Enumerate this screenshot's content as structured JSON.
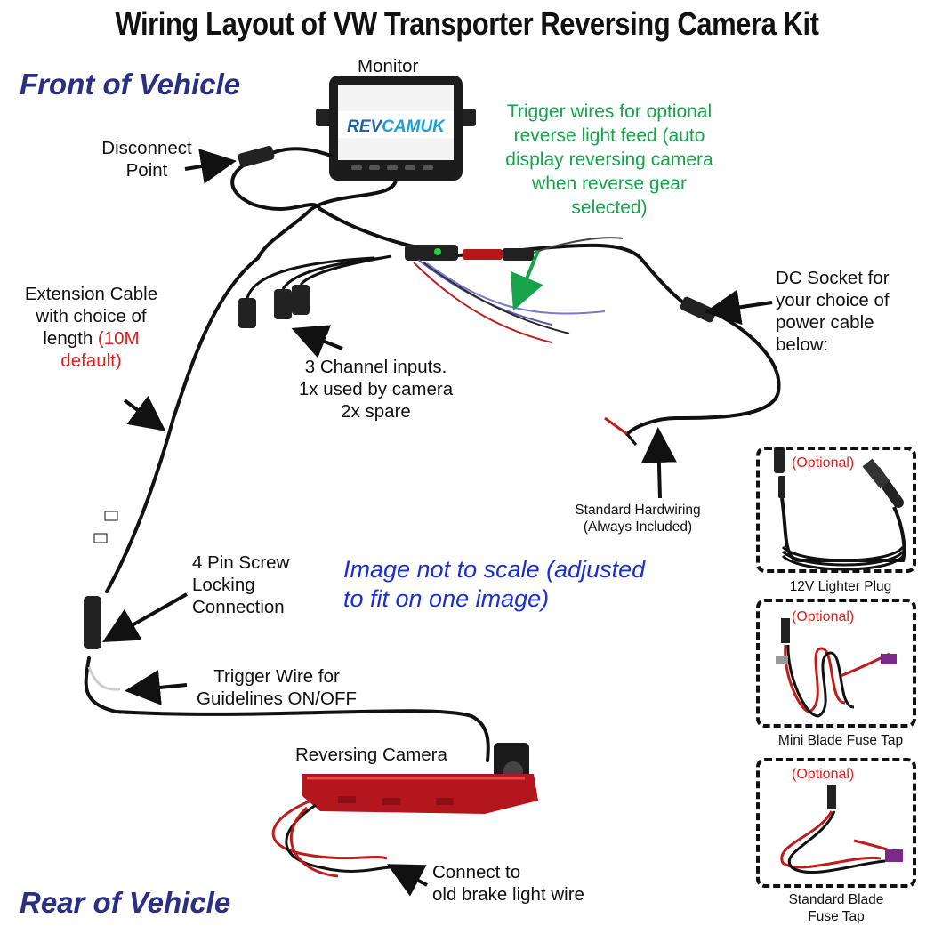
{
  "title": "Wiring Layout of VW Transporter Reversing Camera Kit",
  "front_label": "Front of Vehicle",
  "rear_label": "Rear of Vehicle",
  "monitor": {
    "label": "Monitor",
    "brand": "REVCAMUK"
  },
  "disconnect_point": {
    "line1": "Disconnect",
    "line2": "Point"
  },
  "trigger_optional": {
    "line1": "Trigger wires for optional",
    "line2": "reverse light feed (auto",
    "line3": "display reversing camera",
    "line4": "when reverse gear",
    "line5": "selected)"
  },
  "extension_cable": {
    "line1": "Extension Cable",
    "line2": "with choice of",
    "line3a": "length ",
    "line3b": "(10M",
    "line4": "default)"
  },
  "channel_inputs": {
    "line1": "3 Channel inputs.",
    "line2": "1x used by camera",
    "line3": "2x spare"
  },
  "dc_socket": {
    "line1": "DC Socket for",
    "line2": "your choice of",
    "line3": "power cable",
    "line4": "below:"
  },
  "standard_hardwiring": {
    "line1": "Standard Hardwiring",
    "line2": "(Always Included)"
  },
  "screw_lock": {
    "line1": "4 Pin Screw",
    "line2": "Locking",
    "line3": "Connection"
  },
  "scale_note": {
    "line1": "Image not to scale (adjusted",
    "line2": "to fit on one image)"
  },
  "trigger_guidelines": {
    "line1": "Trigger Wire for",
    "line2": "Guidelines ON/OFF"
  },
  "reversing_camera": {
    "label": "Reversing Camera"
  },
  "brake_light": {
    "line1": "Connect to",
    "line2": "old brake light wire"
  },
  "optional_tag": "(Optional)",
  "power_options": [
    {
      "caption": "12V Lighter Plug"
    },
    {
      "caption": "Mini Blade Fuse Tap"
    },
    {
      "caption_line1": "Standard Blade",
      "caption_line2": "Fuse Tap"
    }
  ],
  "colors": {
    "navy": "#2a2f86",
    "green": "#16a34a",
    "red": "#e11d1d",
    "blue": "#1a2fd6",
    "brake_red": "#b3161c"
  }
}
